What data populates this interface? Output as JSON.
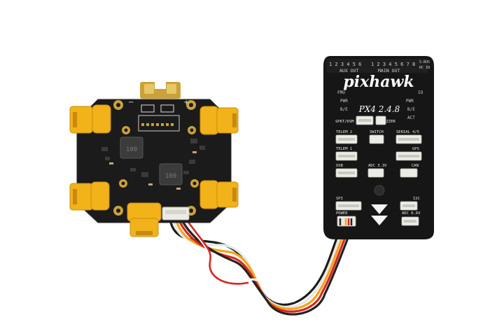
{
  "pixhawk": {
    "brand": "pixhawk",
    "model": "PX4 2.4.8",
    "top_numbers_aux": "1 2 3 4 5 6",
    "top_numbers_main": "1 2 3 4 5 6 7 8",
    "aux_out": "AUX OUT",
    "main_out": "MAIN OUT",
    "side_rc": "RC IN",
    "side_sbus": "S.BUS",
    "fmu": "FMU",
    "pwr_left": "PWR",
    "be_left": "B/E",
    "io": "IO",
    "pwr_right": "PWR",
    "be_right": "B/E",
    "act": "ACT",
    "ports": {
      "spkt": "SPKT/DSM",
      "buzzer": "BUZZER",
      "telem2": "TELEM 2",
      "switch": "SWITCH",
      "serial": "SERIAL 4/5",
      "telem1": "TELEM 1",
      "gps": "GPS",
      "usb": "USB",
      "adc33": "ADC 3.3V",
      "can": "CAN",
      "spi": "SPI",
      "i2c": "I2C",
      "power": "POWER",
      "adc66": "ADC 6.6V"
    }
  },
  "pdb": {
    "inductor_code": "100",
    "inductor_code2": "100"
  },
  "colors": {
    "pixhawk_body": "#161616",
    "pcb": "#1b1b1b",
    "xt60": "#f2b21a",
    "gold": "#c9a23a",
    "connector": "#ecece6"
  }
}
